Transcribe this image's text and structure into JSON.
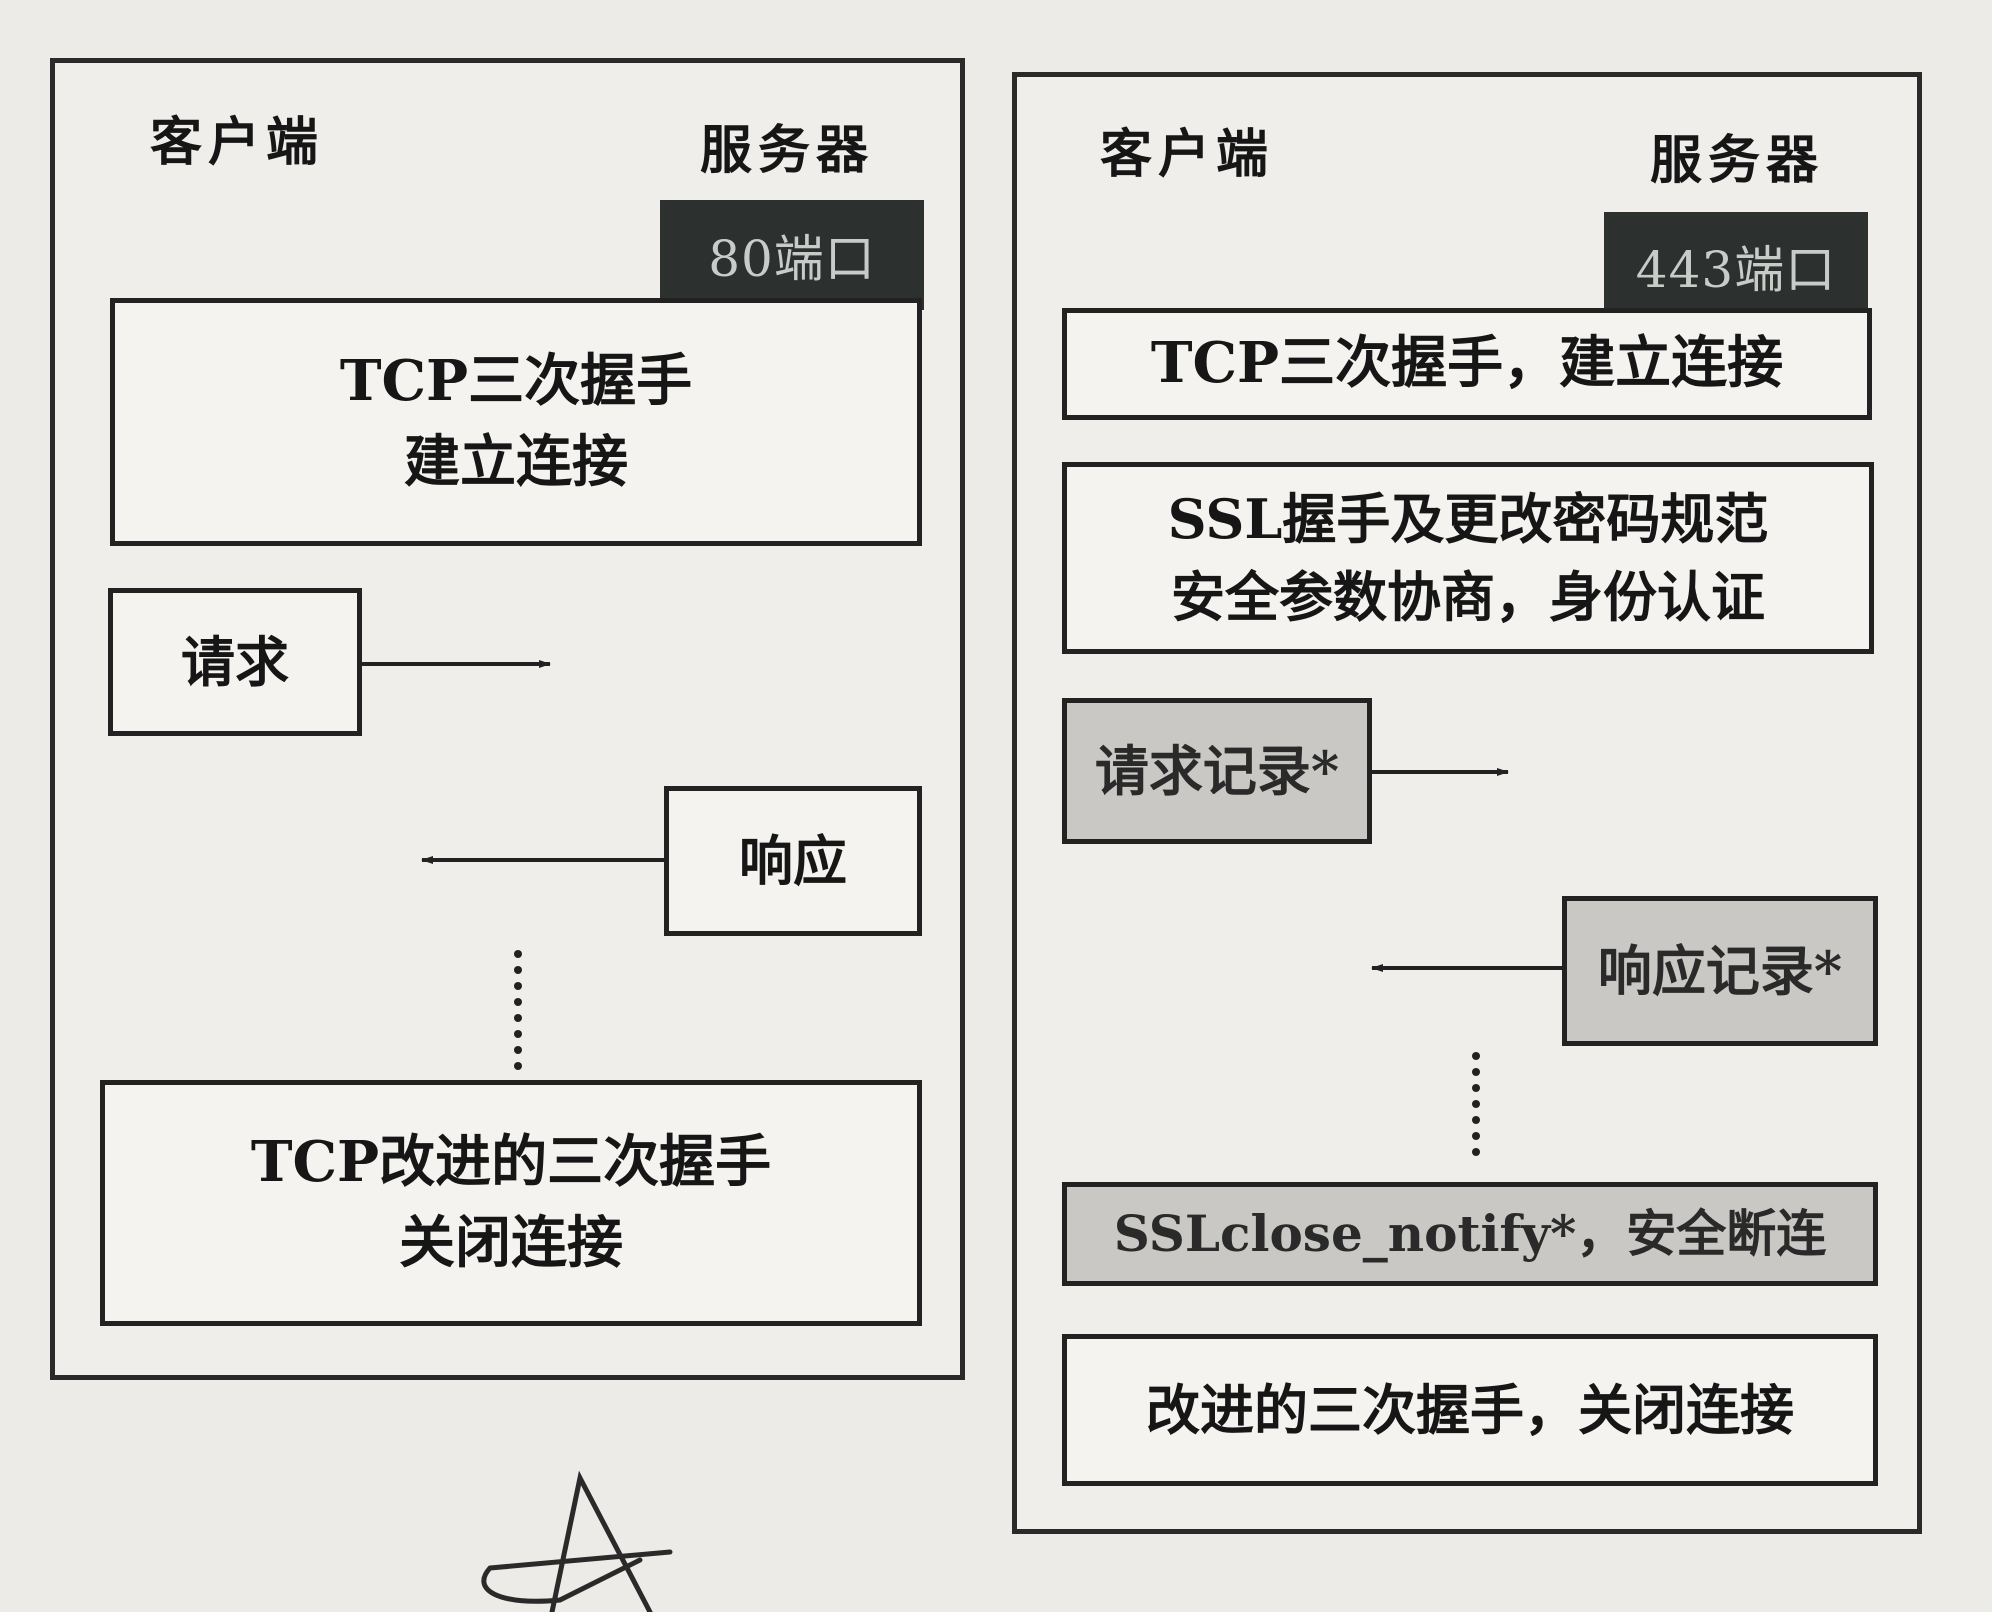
{
  "left_panel": {
    "client_label": "客户端",
    "server_label": "服务器",
    "port_label": "80端口",
    "tcp_handshake": [
      "TCP三次握手",
      "建立连接"
    ],
    "request_label": "请求",
    "response_label": "响应",
    "tcp_close": [
      "TCP改进的三次握手",
      "关闭连接"
    ]
  },
  "right_panel": {
    "client_label": "客户端",
    "server_label": "服务器",
    "port_label": "443端口",
    "tcp_handshake": "TCP三次握手，建立连接",
    "ssl_handshake": [
      "SSL握手及更改密码规范",
      "安全参数协商，身份认证"
    ],
    "request_record": "请求记录*",
    "response_record": "响应记录*",
    "ssl_close": "SSLclose_notify*，安全断连",
    "tcp_close": "改进的三次握手，关闭连接"
  },
  "colors": {
    "record_fill": "#c9c8c5",
    "port_fill": "#2c302f",
    "box_border": "#222222"
  }
}
